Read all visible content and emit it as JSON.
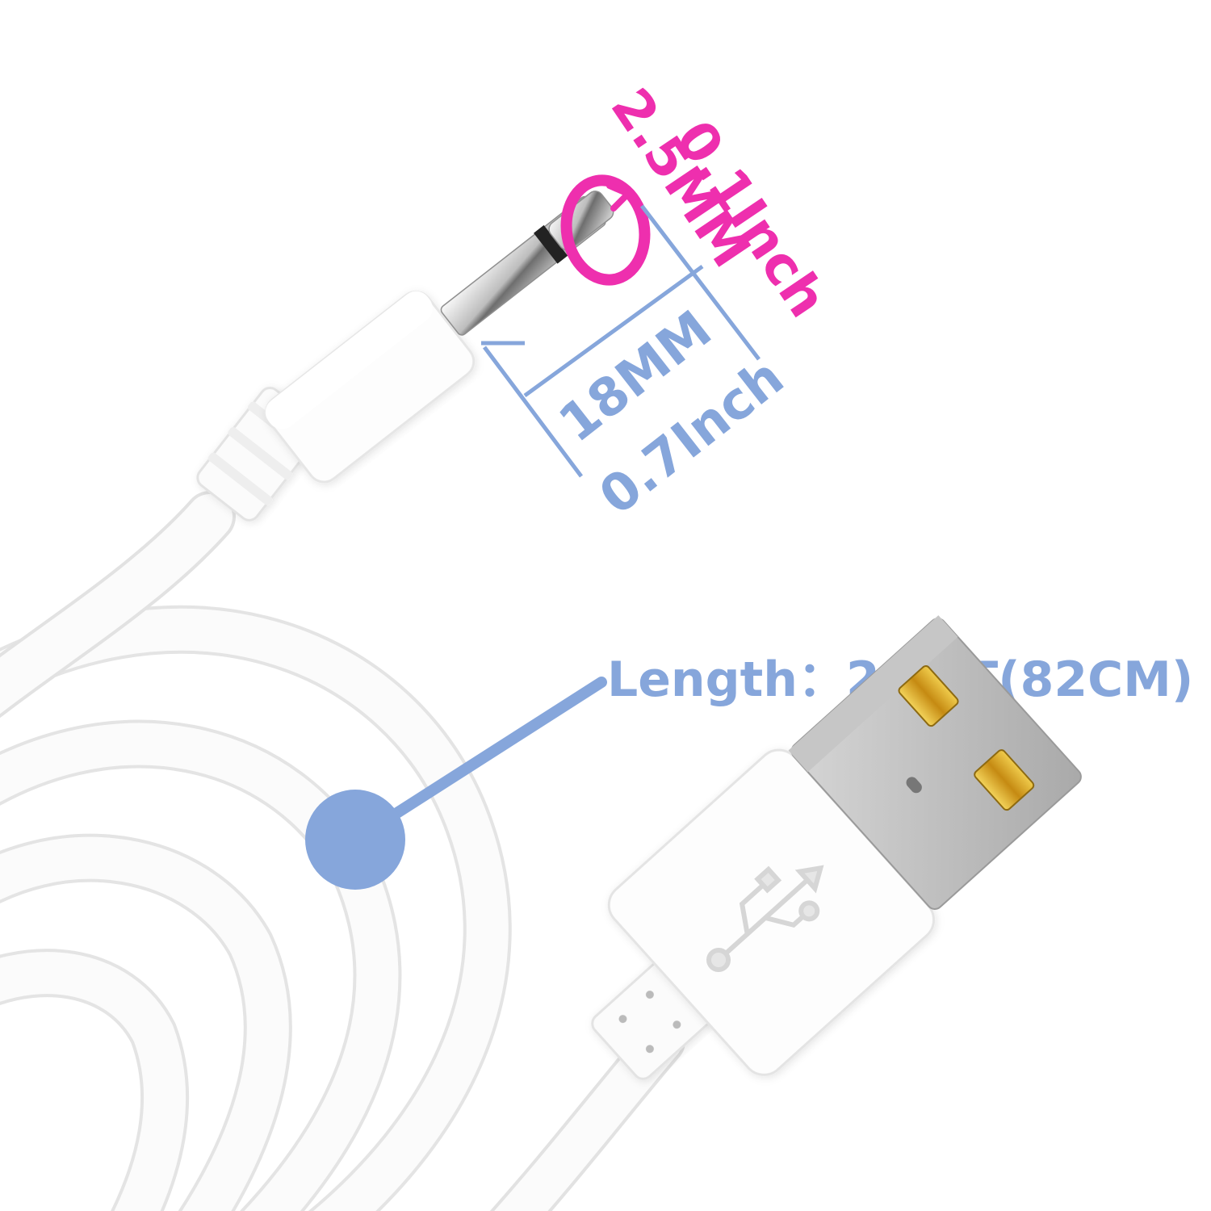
{
  "labels": {
    "tip_diameter_inch": "0.1Inch",
    "tip_diameter_mm": "2.5MM",
    "plug_length_mm": "18MM",
    "plug_length_inch": "0.7Inch",
    "cable_length": "Length：2.7FT(82CM)"
  },
  "colors": {
    "background": "#ffffff",
    "accent_pink": "#ee2fae",
    "accent_blue": "#86a6db",
    "cable_white": "#fbfbfb",
    "usb_metal": "#bdbdbd",
    "gold_contact": "#d8a21f"
  },
  "icons": {
    "usb_symbol": "usb-icon",
    "rotation_arrow": "rotation-arrow-icon"
  }
}
